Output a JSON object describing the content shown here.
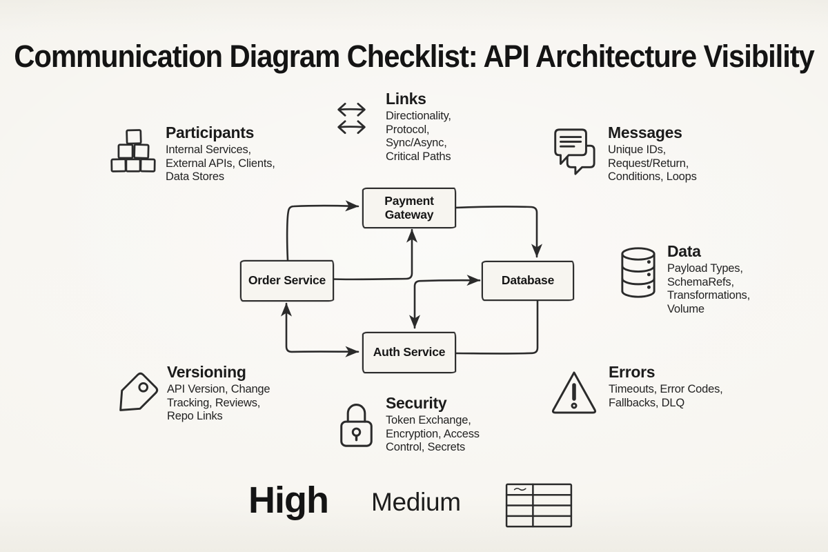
{
  "title": "Communication Diagram Checklist: API Architecture Visibility",
  "colors": {
    "paper": "#f6f4ef",
    "ink": "#2b2b2b"
  },
  "checklist": [
    {
      "id": "participants",
      "icon": "blocks-stack-icon",
      "heading": "Participants",
      "details": "Internal Services,\nExternal APIs, Clients,\nData Stores"
    },
    {
      "id": "links",
      "icon": "double-arrows-icon",
      "heading": "Links",
      "details": "Directionality,\nProtocol,\nSync/Async,\nCritical Paths"
    },
    {
      "id": "messages",
      "icon": "chat-bubbles-icon",
      "heading": "Messages",
      "details": "Unique IDs,\nRequest/Return,\nConditions, Loops"
    },
    {
      "id": "data",
      "icon": "database-icon",
      "heading": "Data",
      "details": "Payload Types,\nSchemaRefs,\nTransformations,\nVolume"
    },
    {
      "id": "versioning",
      "icon": "tag-icon",
      "heading": "Versioning",
      "details": "API Version, Change\nTracking, Reviews,\nRepo Links"
    },
    {
      "id": "security",
      "icon": "padlock-icon",
      "heading": "Security",
      "details": "Token Exchange,\nEncryption, Access\nControl, Secrets"
    },
    {
      "id": "errors",
      "icon": "warning-triangle-icon",
      "heading": "Errors",
      "details": "Timeouts, Error Codes,\nFallbacks, DLQ"
    }
  ],
  "diagram": {
    "nodes": [
      {
        "id": "payment-gateway",
        "label": "Payment\nGateway"
      },
      {
        "id": "order-service",
        "label": "Order Service"
      },
      {
        "id": "database",
        "label": "Database"
      },
      {
        "id": "auth-service",
        "label": "Auth Service"
      }
    ],
    "edges": [
      {
        "from": "order-service",
        "to": "payment-gateway",
        "route": "up-then-right",
        "arrow": "end"
      },
      {
        "from": "payment-gateway",
        "to": "database",
        "route": "right-then-down",
        "arrow": "end"
      },
      {
        "from": "order-service",
        "to": "payment-gateway",
        "route": "right-then-up",
        "arrow": "end"
      },
      {
        "from": "auth-service",
        "to": "database",
        "route": "up-then-right",
        "arrow": "both"
      },
      {
        "from": "database",
        "to": "auth-service",
        "route": "down-then-left",
        "arrow": "none"
      },
      {
        "from": "order-service",
        "to": "auth-service",
        "route": "down-then-right",
        "arrow": "both"
      }
    ]
  },
  "footer": {
    "high_label": "High",
    "medium_label": "Medium",
    "table_icon": "table-icon"
  }
}
